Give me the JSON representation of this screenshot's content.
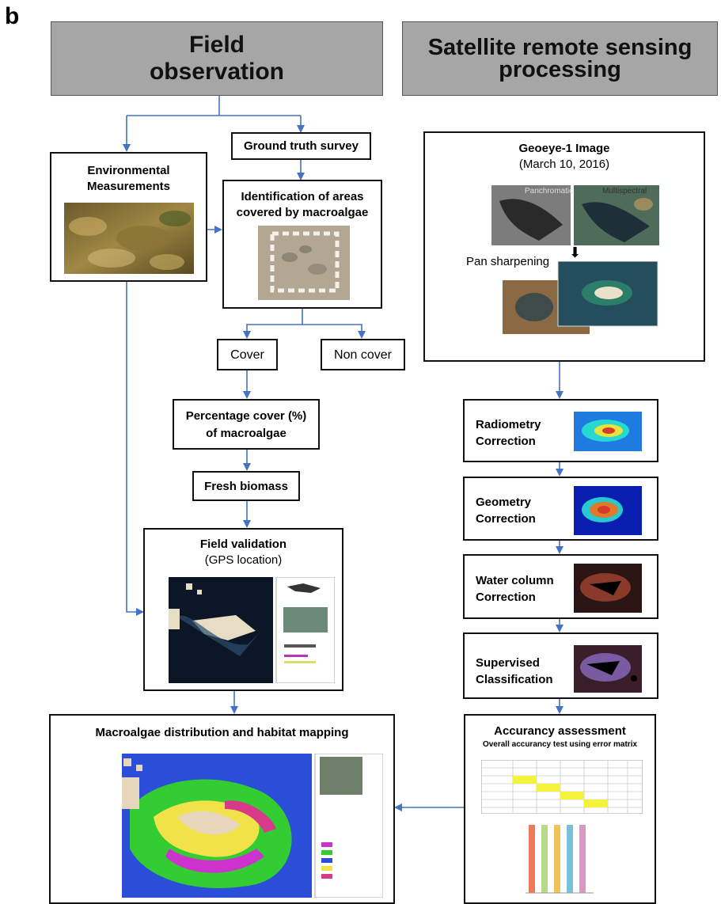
{
  "panel_label": "b",
  "headers": {
    "field": "Field observation",
    "satellite": "Satellite remote sensing processing"
  },
  "field": {
    "env_title": "Environmental Measurements",
    "ground_truth": "Ground truth survey",
    "identification": "Identification of areas covered by macroalgae",
    "cover": "Cover",
    "non_cover": "Non cover",
    "percentage": "Percentage cover (%) of macroalgae",
    "fresh_biomass": "Fresh biomass",
    "validation_title": "Field validation",
    "validation_sub": "(GPS location)",
    "mapping": "Macroalgae distribution and habitat mapping"
  },
  "satellite": {
    "image_title": "Geoeye-1 Image",
    "image_date": "(March 10, 2016)",
    "panchromatic": "Panchromatic",
    "multispectral": "Multispectral",
    "pan_sharpening": "Pan sharpening",
    "radiometry": "Radiometry Correction",
    "geometry": "Geometry Correction",
    "water_column": "Water column Correction",
    "supervised": "Supervised Classification",
    "accuracy_title": "Accurancy assessment",
    "accuracy_sub": "Overall accurancy test using error matrix"
  },
  "colors": {
    "arrow": "#4472c4",
    "header_fill": "#a6a6a6"
  }
}
